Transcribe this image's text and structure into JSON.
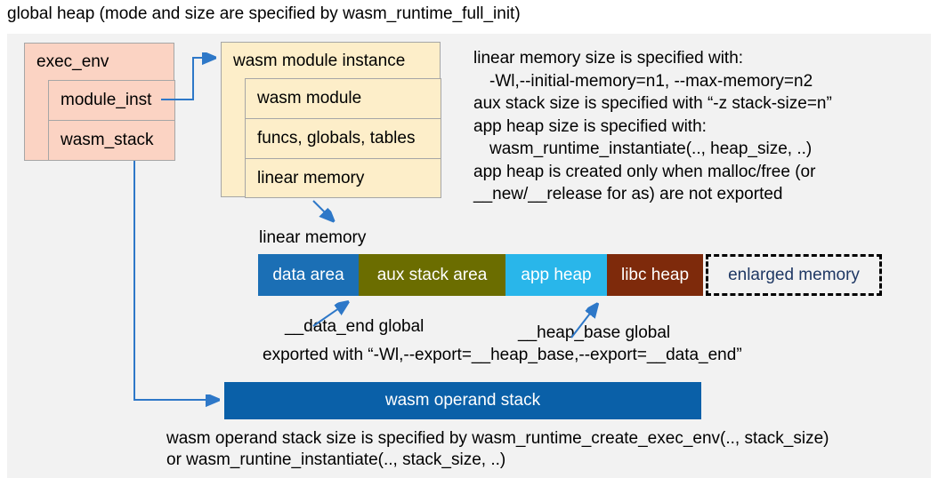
{
  "title": "global heap (mode and size are specified by wasm_runtime_full_init)",
  "exec_env": {
    "header": "exec_env",
    "rows": [
      "module_inst",
      "wasm_stack"
    ]
  },
  "module_instance": {
    "header": "wasm module instance",
    "rows": [
      "wasm module",
      "funcs, globals, tables",
      "linear memory"
    ]
  },
  "notes": {
    "lines": [
      "linear memory size is specified with:",
      "-Wl,--initial-memory=n1, --max-memory=n2",
      "aux stack size is specified with “-z stack-size=n”",
      "app heap size is specified with:",
      "wasm_runtime_instantiate(.., heap_size, ..)",
      "app heap is created only when malloc/free (or",
      "__new/__release for as) are not exported"
    ]
  },
  "linear_memory": {
    "label": "linear memory",
    "segments": [
      {
        "name": "data-area",
        "label": "data area",
        "color": "#1b6fb5",
        "text_color": "#ffffff"
      },
      {
        "name": "aux-stack-area",
        "label": "aux stack area",
        "color": "#6b6d00",
        "text_color": "#ffffff"
      },
      {
        "name": "app-heap",
        "label": "app heap",
        "color": "#29b6ea",
        "text_color": "#ffffff"
      },
      {
        "name": "libc-heap",
        "label": "libc heap",
        "color": "#7e2a0b",
        "text_color": "#ffffff"
      },
      {
        "name": "enlarged-memory",
        "label": "enlarged memory",
        "color": "",
        "text_color": "#1f3864"
      }
    ]
  },
  "globals_labels": {
    "data_end": "__data_end global",
    "heap_base": "__heap_base global",
    "exported": "exported with “-Wl,--export=__heap_base,--export=__data_end”"
  },
  "operand_stack": {
    "label": "wasm operand stack",
    "note_line1": "wasm operand stack size is specified by wasm_runtime_create_exec_env(.., stack_size)",
    "note_line2": "or wasm_runtine_instantiate(.., stack_size, ..)"
  },
  "colors": {
    "panel_bg": "#f2f2f2",
    "exec_env_fill": "#fbd3c3",
    "module_instance_fill": "#fdeec9",
    "box_border": "#a6a6a6",
    "arrow": "#2e78c8",
    "operand_stack_fill": "#0a60a8"
  }
}
